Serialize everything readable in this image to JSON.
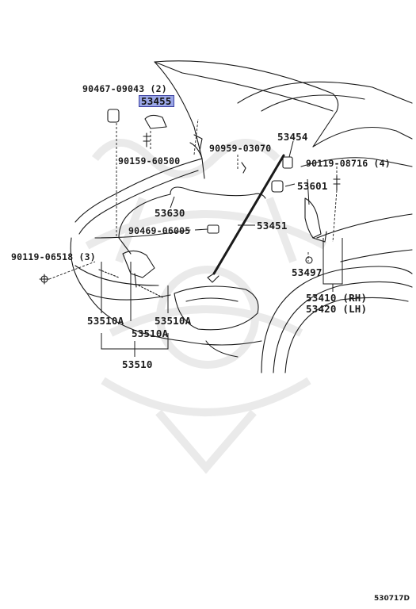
{
  "labels": {
    "p90467": "90467-09043 (2)",
    "p53455": "53455",
    "p90159": "90159-60500",
    "p90959": "90959-03070",
    "p53454": "53454",
    "p90119a": "90119-08716 (4)",
    "p53601": "53601",
    "p53630": "53630",
    "p90469": "90469-06005",
    "p53451": "53451",
    "p90119b": "90119-06518 (3)",
    "p53497": "53497",
    "p53410": "53410 (RH)",
    "p53420": "53420 (LH)",
    "p53510a_l": "53510A",
    "p53510a_r": "53510A",
    "p53510a_c": "53510A",
    "p53510": "53510"
  },
  "diagram_code": "530717D",
  "colors": {
    "line": "#1a1a1a",
    "highlight": "#9aa6e6",
    "watermark": "#e6e6e6"
  },
  "highlighted_part": "53455"
}
